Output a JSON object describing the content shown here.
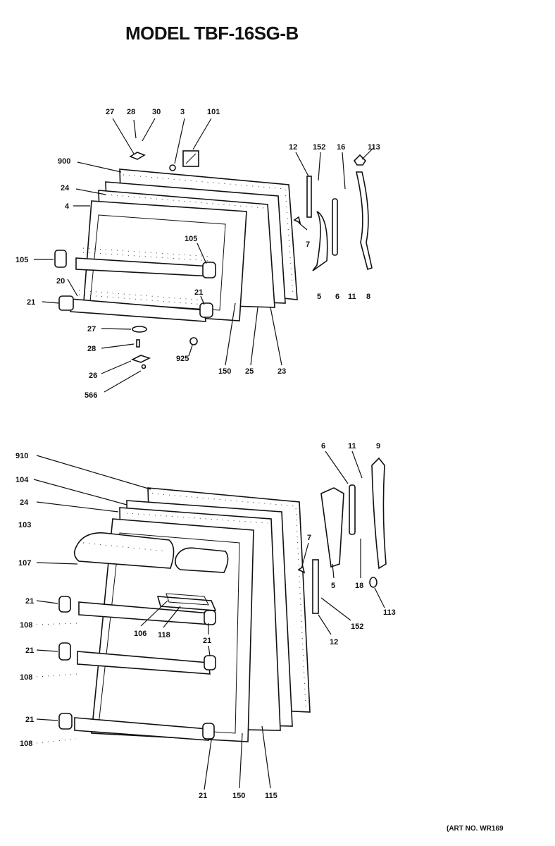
{
  "title": "MODEL TBF-16SG-B",
  "art_no": "(ART NO. WR169",
  "top_labels": [
    "27",
    "28",
    "30",
    "3",
    "101",
    "900",
    "24",
    "4",
    "105",
    "20",
    "105",
    "21",
    "21",
    "27",
    "28",
    "26",
    "566",
    "925",
    "150",
    "25",
    "23",
    "12",
    "152",
    "16",
    "113",
    "7",
    "5",
    "6",
    "11",
    "8"
  ],
  "bottom_labels": [
    "910",
    "104",
    "24",
    "103",
    "107",
    "21",
    "108",
    "21",
    "108",
    "21",
    "108",
    "106",
    "118",
    "21",
    "21",
    "150",
    "115",
    "7",
    "6",
    "11",
    "9",
    "5",
    "18",
    "113",
    "152",
    "12"
  ]
}
